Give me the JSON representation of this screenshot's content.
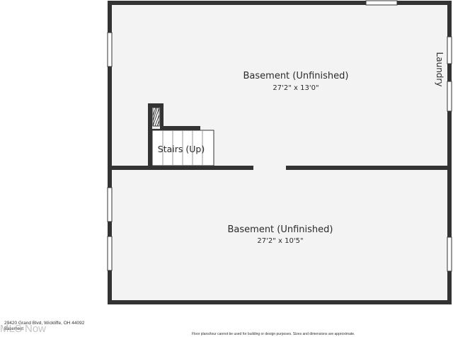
{
  "rooms": {
    "upper": {
      "name": "Basement (Unfinished)",
      "dims": "27'2\" x 13'0\""
    },
    "lower": {
      "name": "Basement (Unfinished)",
      "dims": "27'2\" x 10'5\""
    },
    "stairs": {
      "name": "Stairs (Up)"
    },
    "laundry": {
      "name": "Laundry"
    }
  },
  "footer": {
    "address": "29420 Grand Blvd, Wickliffe, OH 44092",
    "level": "Basement",
    "watermark": "MLS Now",
    "disclaimer": "Floor plans/tour cannot be used for building or design purposes. Sizes and dimensions are approximate."
  },
  "colors": {
    "wall": "#333333",
    "floor": "#f3f3f3",
    "window": "#ffffff"
  }
}
